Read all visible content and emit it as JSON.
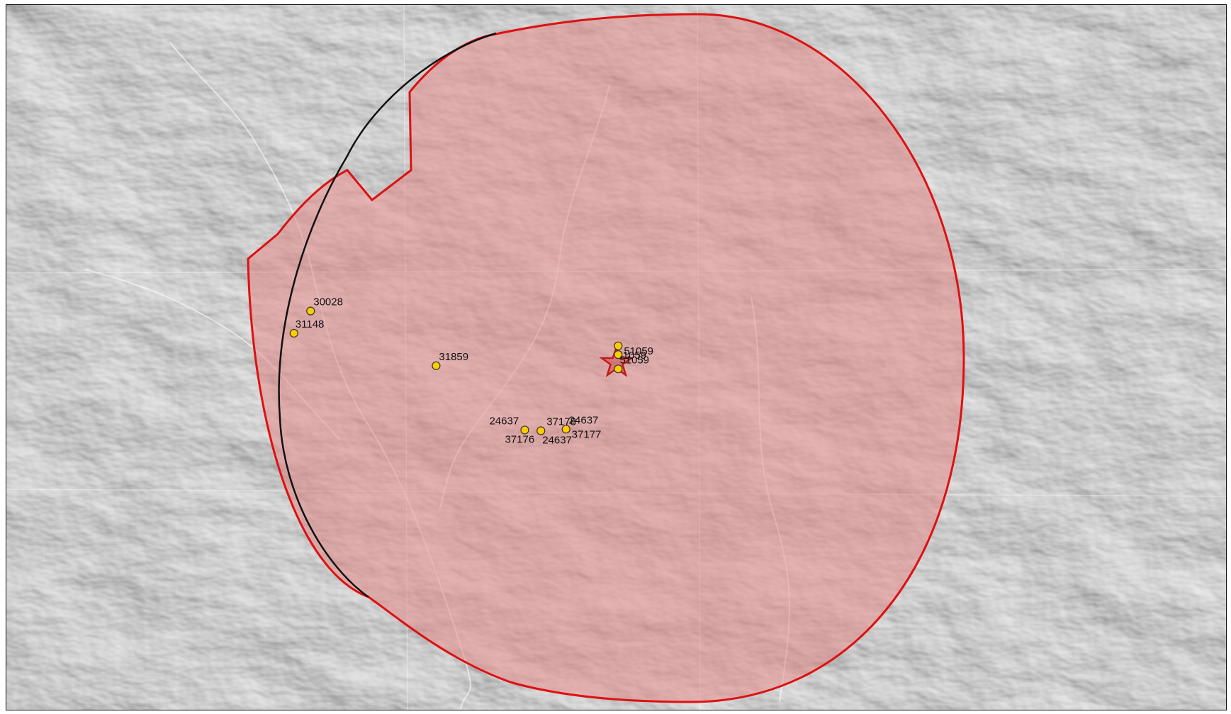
{
  "map": {
    "buffer_fill": "#e08a8a",
    "buffer_stroke": "#dd1111",
    "outer_circle_stroke": "#111111",
    "point_color": "#ffcc00",
    "star_color": "#c41a1a",
    "points": [
      {
        "label": "30028",
        "lon": 0.2523,
        "lat": 0.5644
      },
      {
        "label": "31148",
        "lon": 0.2388,
        "lat": 0.5333
      },
      {
        "label": "31859",
        "lon": 0.3543,
        "lat": 0.4878
      },
      {
        "label": "51059",
        "lon": 0.5022,
        "lat": 0.5156
      },
      {
        "label": "51059",
        "lon": 0.5022,
        "lat": 0.5033
      },
      {
        "label": "51059",
        "lon": 0.5022,
        "lat": 0.4833
      },
      {
        "label": "24637",
        "lon": 0.4263,
        "lat": 0.3978
      },
      {
        "label": "37176",
        "lon": 0.4263,
        "lat": 0.3978
      },
      {
        "label": "37178",
        "lon": 0.4394,
        "lat": 0.3967
      },
      {
        "label": "24637",
        "lon": 0.4394,
        "lat": 0.3967
      },
      {
        "label": "24637",
        "lon": 0.4598,
        "lat": 0.3989
      },
      {
        "label": "37177",
        "lon": 0.4598,
        "lat": 0.3989
      }
    ],
    "site_icon": "star-icon"
  }
}
